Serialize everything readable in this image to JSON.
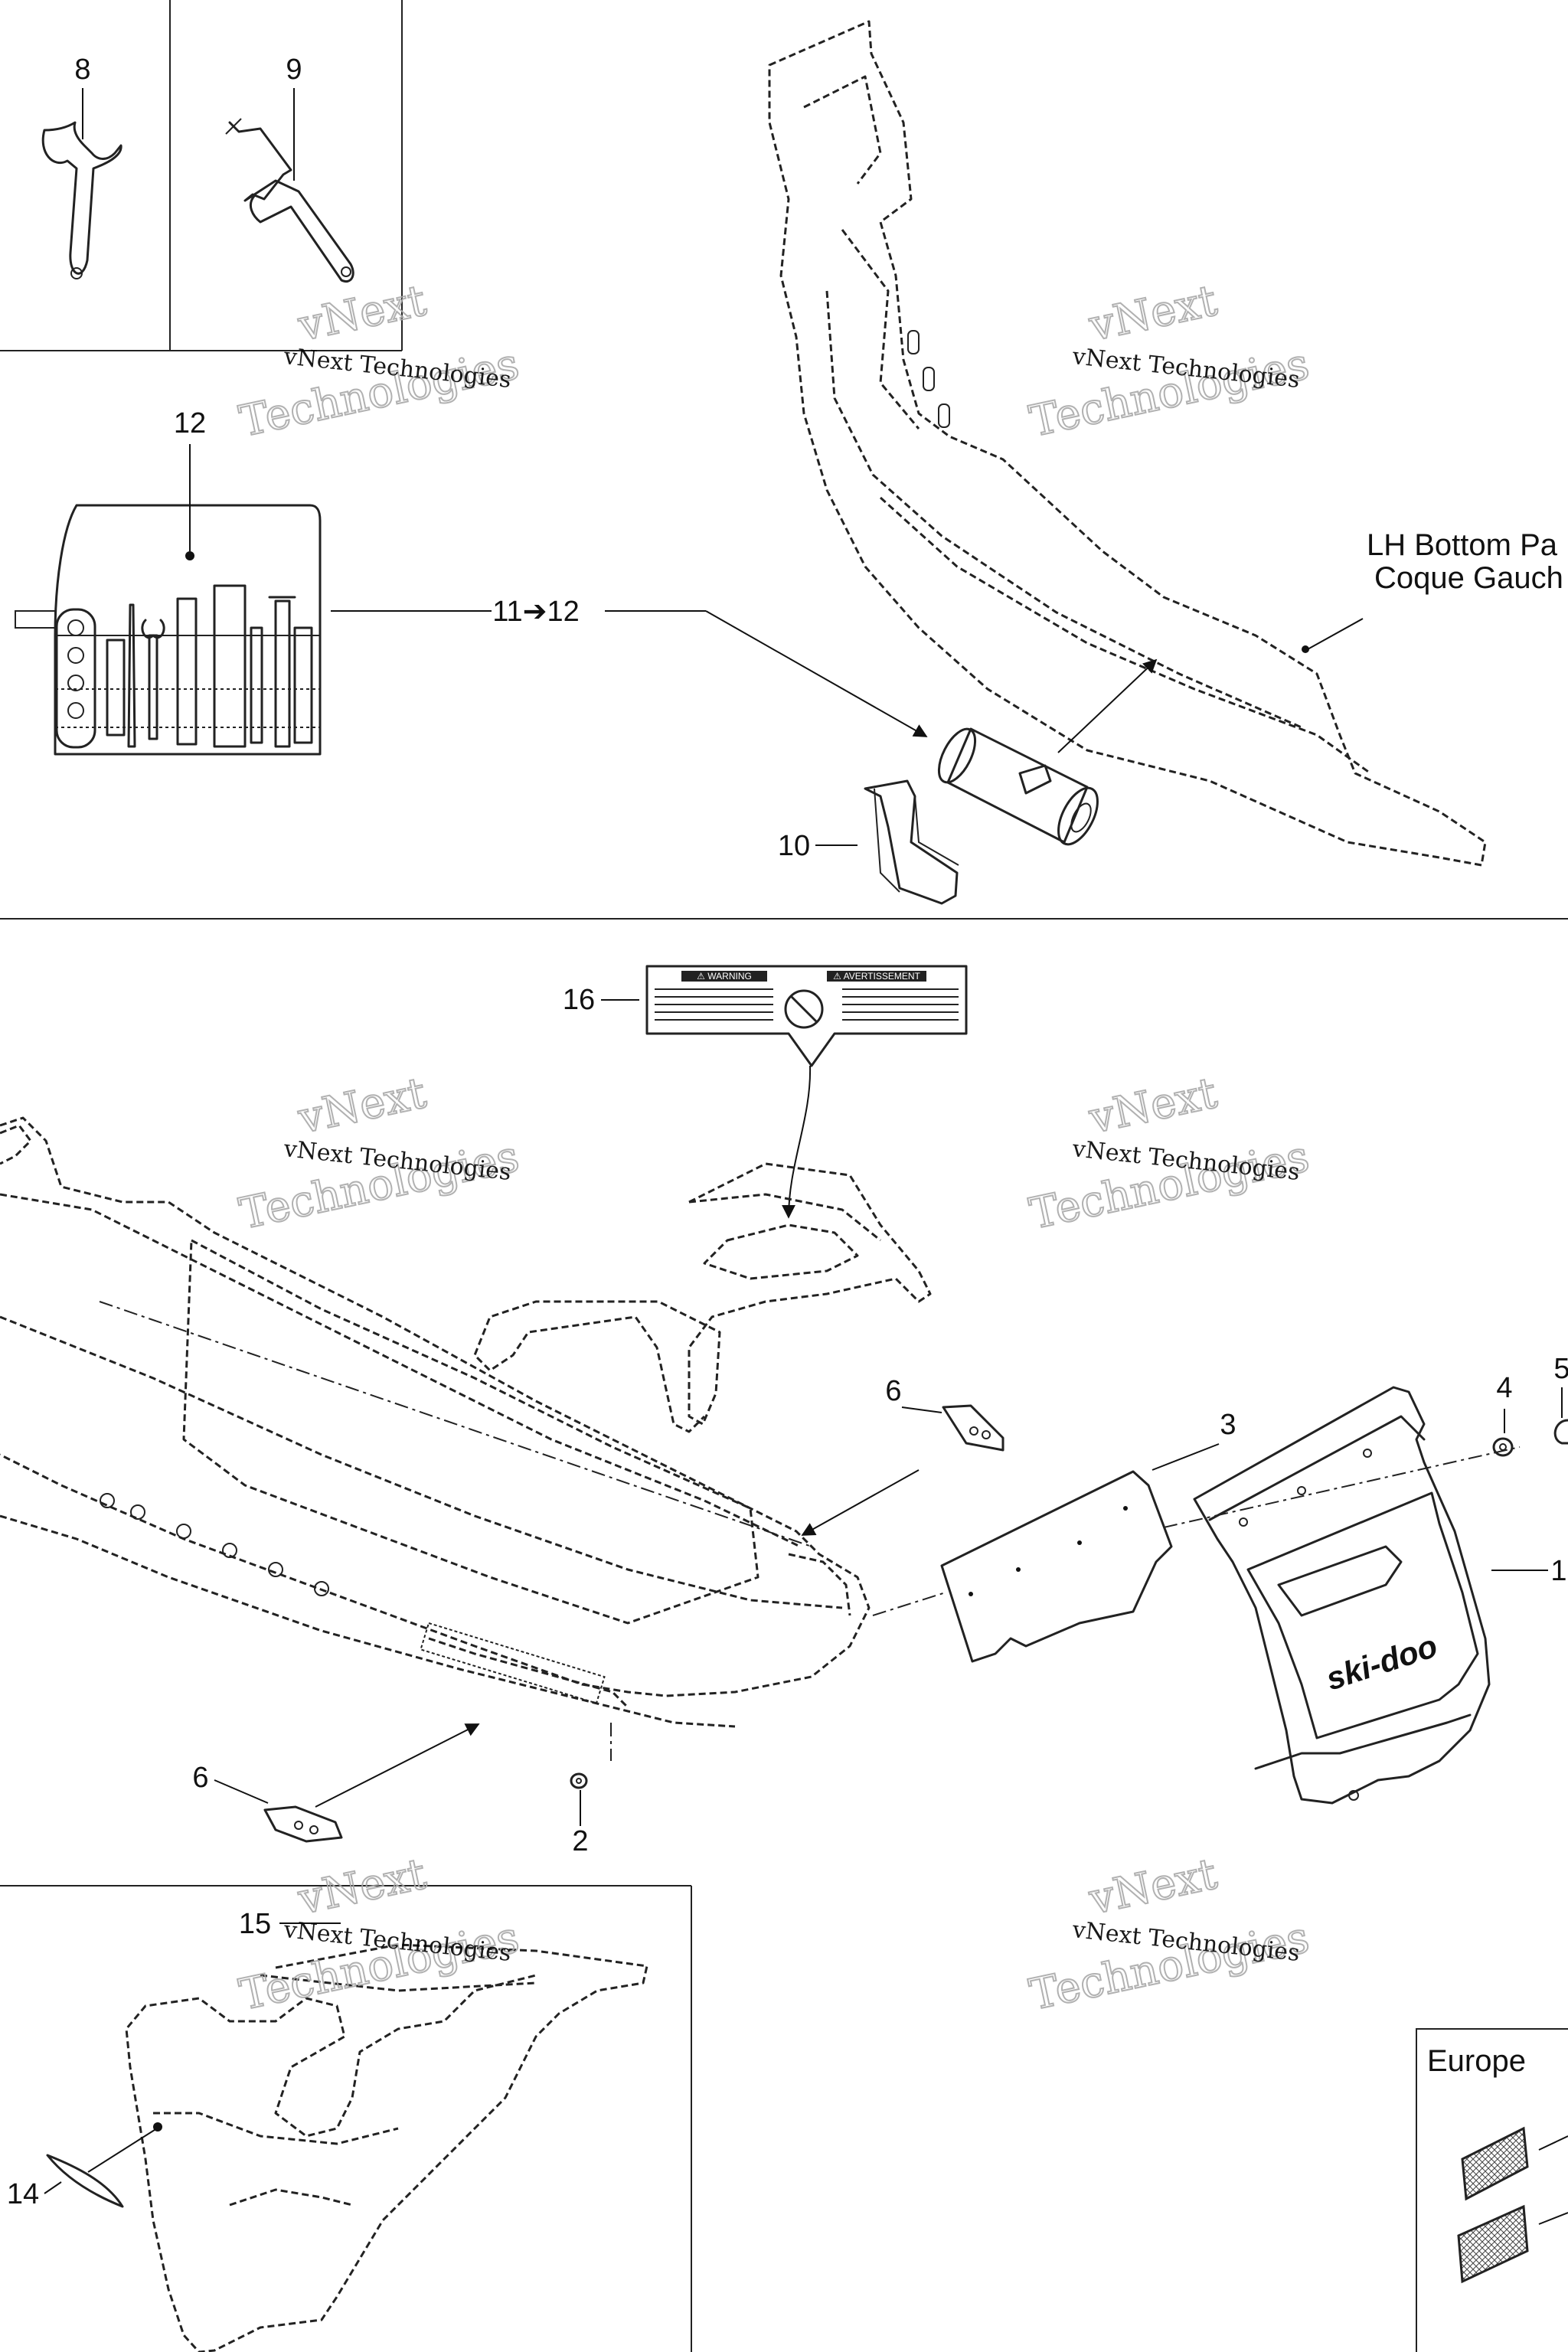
{
  "callouts": {
    "c8": "8",
    "c9": "9",
    "c12": "12",
    "c11_12": "11➔12",
    "c10": "10",
    "c16": "16",
    "c6a": "6",
    "c3": "3",
    "c4": "4",
    "c5": "5",
    "c1": "1",
    "c6b": "6",
    "c2": "2",
    "c15": "15",
    "c14": "14"
  },
  "side_label": {
    "line1": "LH Bottom Pa",
    "line2": "Coque Gauch"
  },
  "europe_box": {
    "title": "Europe"
  },
  "watermark": {
    "line1": "vNext Technologies",
    "line2": "vNext",
    "line3": "Technologies"
  },
  "warning_decal": {
    "left_title": "⚠ WARNING",
    "right_title": "⚠ AVERTISSEMENT"
  },
  "brand_logo": "ski-doo"
}
